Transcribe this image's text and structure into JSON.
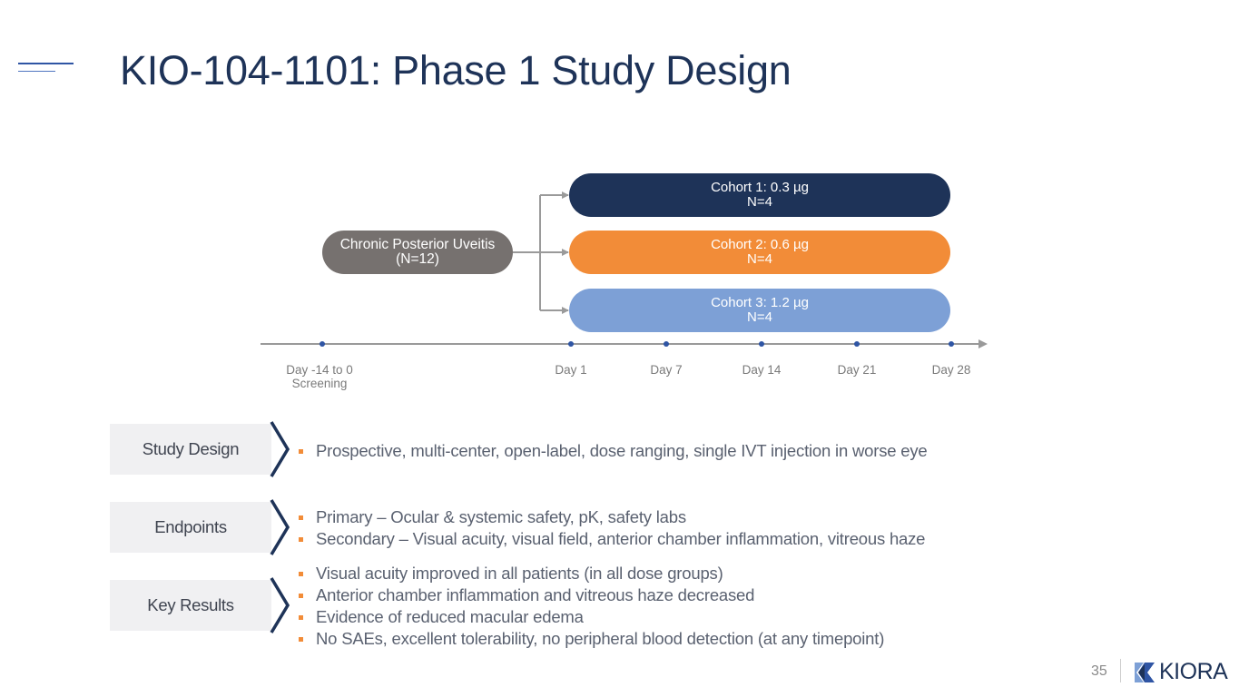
{
  "header": {
    "title": "KIO-104-1101: Phase 1 Study Design"
  },
  "diagram": {
    "population": {
      "line1": "Chronic Posterior Uveitis",
      "line2": "(N=12)",
      "color": "#76716f"
    },
    "cohorts": [
      {
        "line1": "Cohort 1: 0.3 µg",
        "line2": "N=4",
        "color": "#1e3358"
      },
      {
        "line1": "Cohort 2: 0.6 µg",
        "line2": "N=4",
        "color": "#f28c38"
      },
      {
        "line1": "Cohort 3: 1.2 µg",
        "line2": "N=4",
        "color": "#7da0d6"
      }
    ],
    "timeline": [
      {
        "line1": "Day -14 to 0",
        "line2": "Screening"
      },
      {
        "line1": "Day 1",
        "line2": ""
      },
      {
        "line1": "Day 7",
        "line2": ""
      },
      {
        "line1": "Day 14",
        "line2": ""
      },
      {
        "line1": "Day 21",
        "line2": ""
      },
      {
        "line1": "Day 28",
        "line2": ""
      }
    ]
  },
  "sections": [
    {
      "label": "Study Design",
      "bullets": [
        "Prospective, multi-center, open-label, dose ranging, single IVT injection in worse eye"
      ]
    },
    {
      "label": "Endpoints",
      "bullets": [
        "Primary – Ocular & systemic safety, pK, safety labs",
        "Secondary – Visual acuity, visual field, anterior chamber inflammation, vitreous haze"
      ]
    },
    {
      "label": "Key Results",
      "bullets": [
        "Visual acuity improved in all patients (in all dose groups)",
        "Anterior chamber inflammation and vitreous haze decreased",
        "Evidence of reduced macular edema",
        "No SAEs, excellent tolerability, no peripheral blood detection (at any timepoint)"
      ]
    }
  ],
  "footer": {
    "page_number": "35",
    "logo_text": "KIORA"
  },
  "colors": {
    "navy": "#1e3358",
    "orange": "#f28c38",
    "light_blue": "#7da0d6",
    "gray": "#76716f",
    "timeline_dot": "#2f55a4"
  }
}
